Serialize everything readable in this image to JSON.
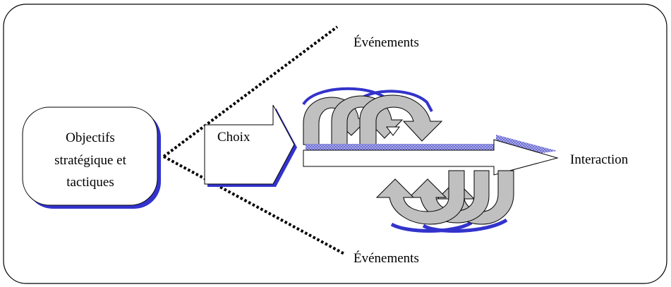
{
  "diagram": {
    "objectives_lines": [
      "Objectifs",
      "stratégique et",
      "tactiques"
    ],
    "choice_label": "Choix",
    "events_top": "Événements",
    "events_bottom": "Événements",
    "interaction_label": "Interaction"
  },
  "colors": {
    "outline": "#000000",
    "shadow": "#3333cc",
    "loop_fill": "#c0c0c0",
    "hatch": "#6f6fd8",
    "background": "#ffffff"
  }
}
